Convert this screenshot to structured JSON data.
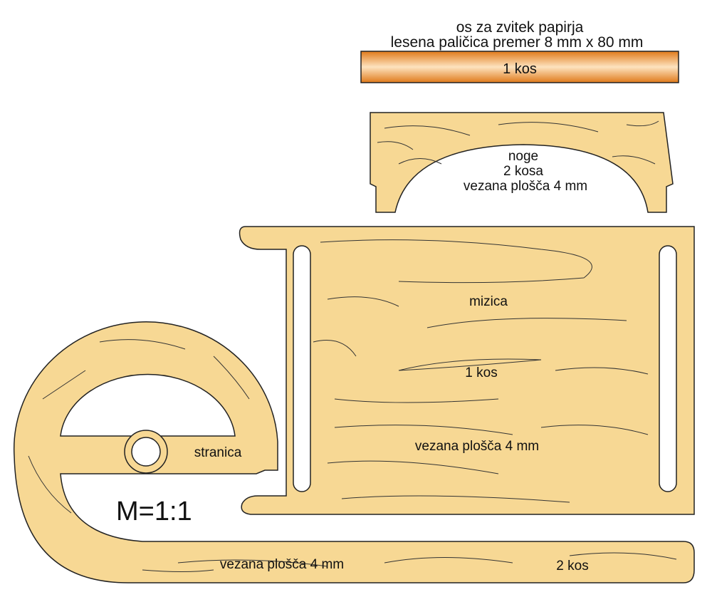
{
  "rod": {
    "title_line1": "os za zvitek papirja",
    "title_line2": "lesena paličica premer 8 mm x 80 mm",
    "count": "1 kos",
    "color_edge": "#e07a1a",
    "color_center": "#fde3bf"
  },
  "legs": {
    "name": "noge",
    "count": "2 kosa",
    "material": "vezana plošča 4 mm"
  },
  "table": {
    "name": "mizica",
    "count": "1 kos",
    "material": "vezana plošča 4 mm"
  },
  "side": {
    "name": "stranica",
    "material": "vezana plošča 4 mm",
    "count": "2 kos"
  },
  "scale": "M=1:1",
  "wood_color": "#f7d894"
}
